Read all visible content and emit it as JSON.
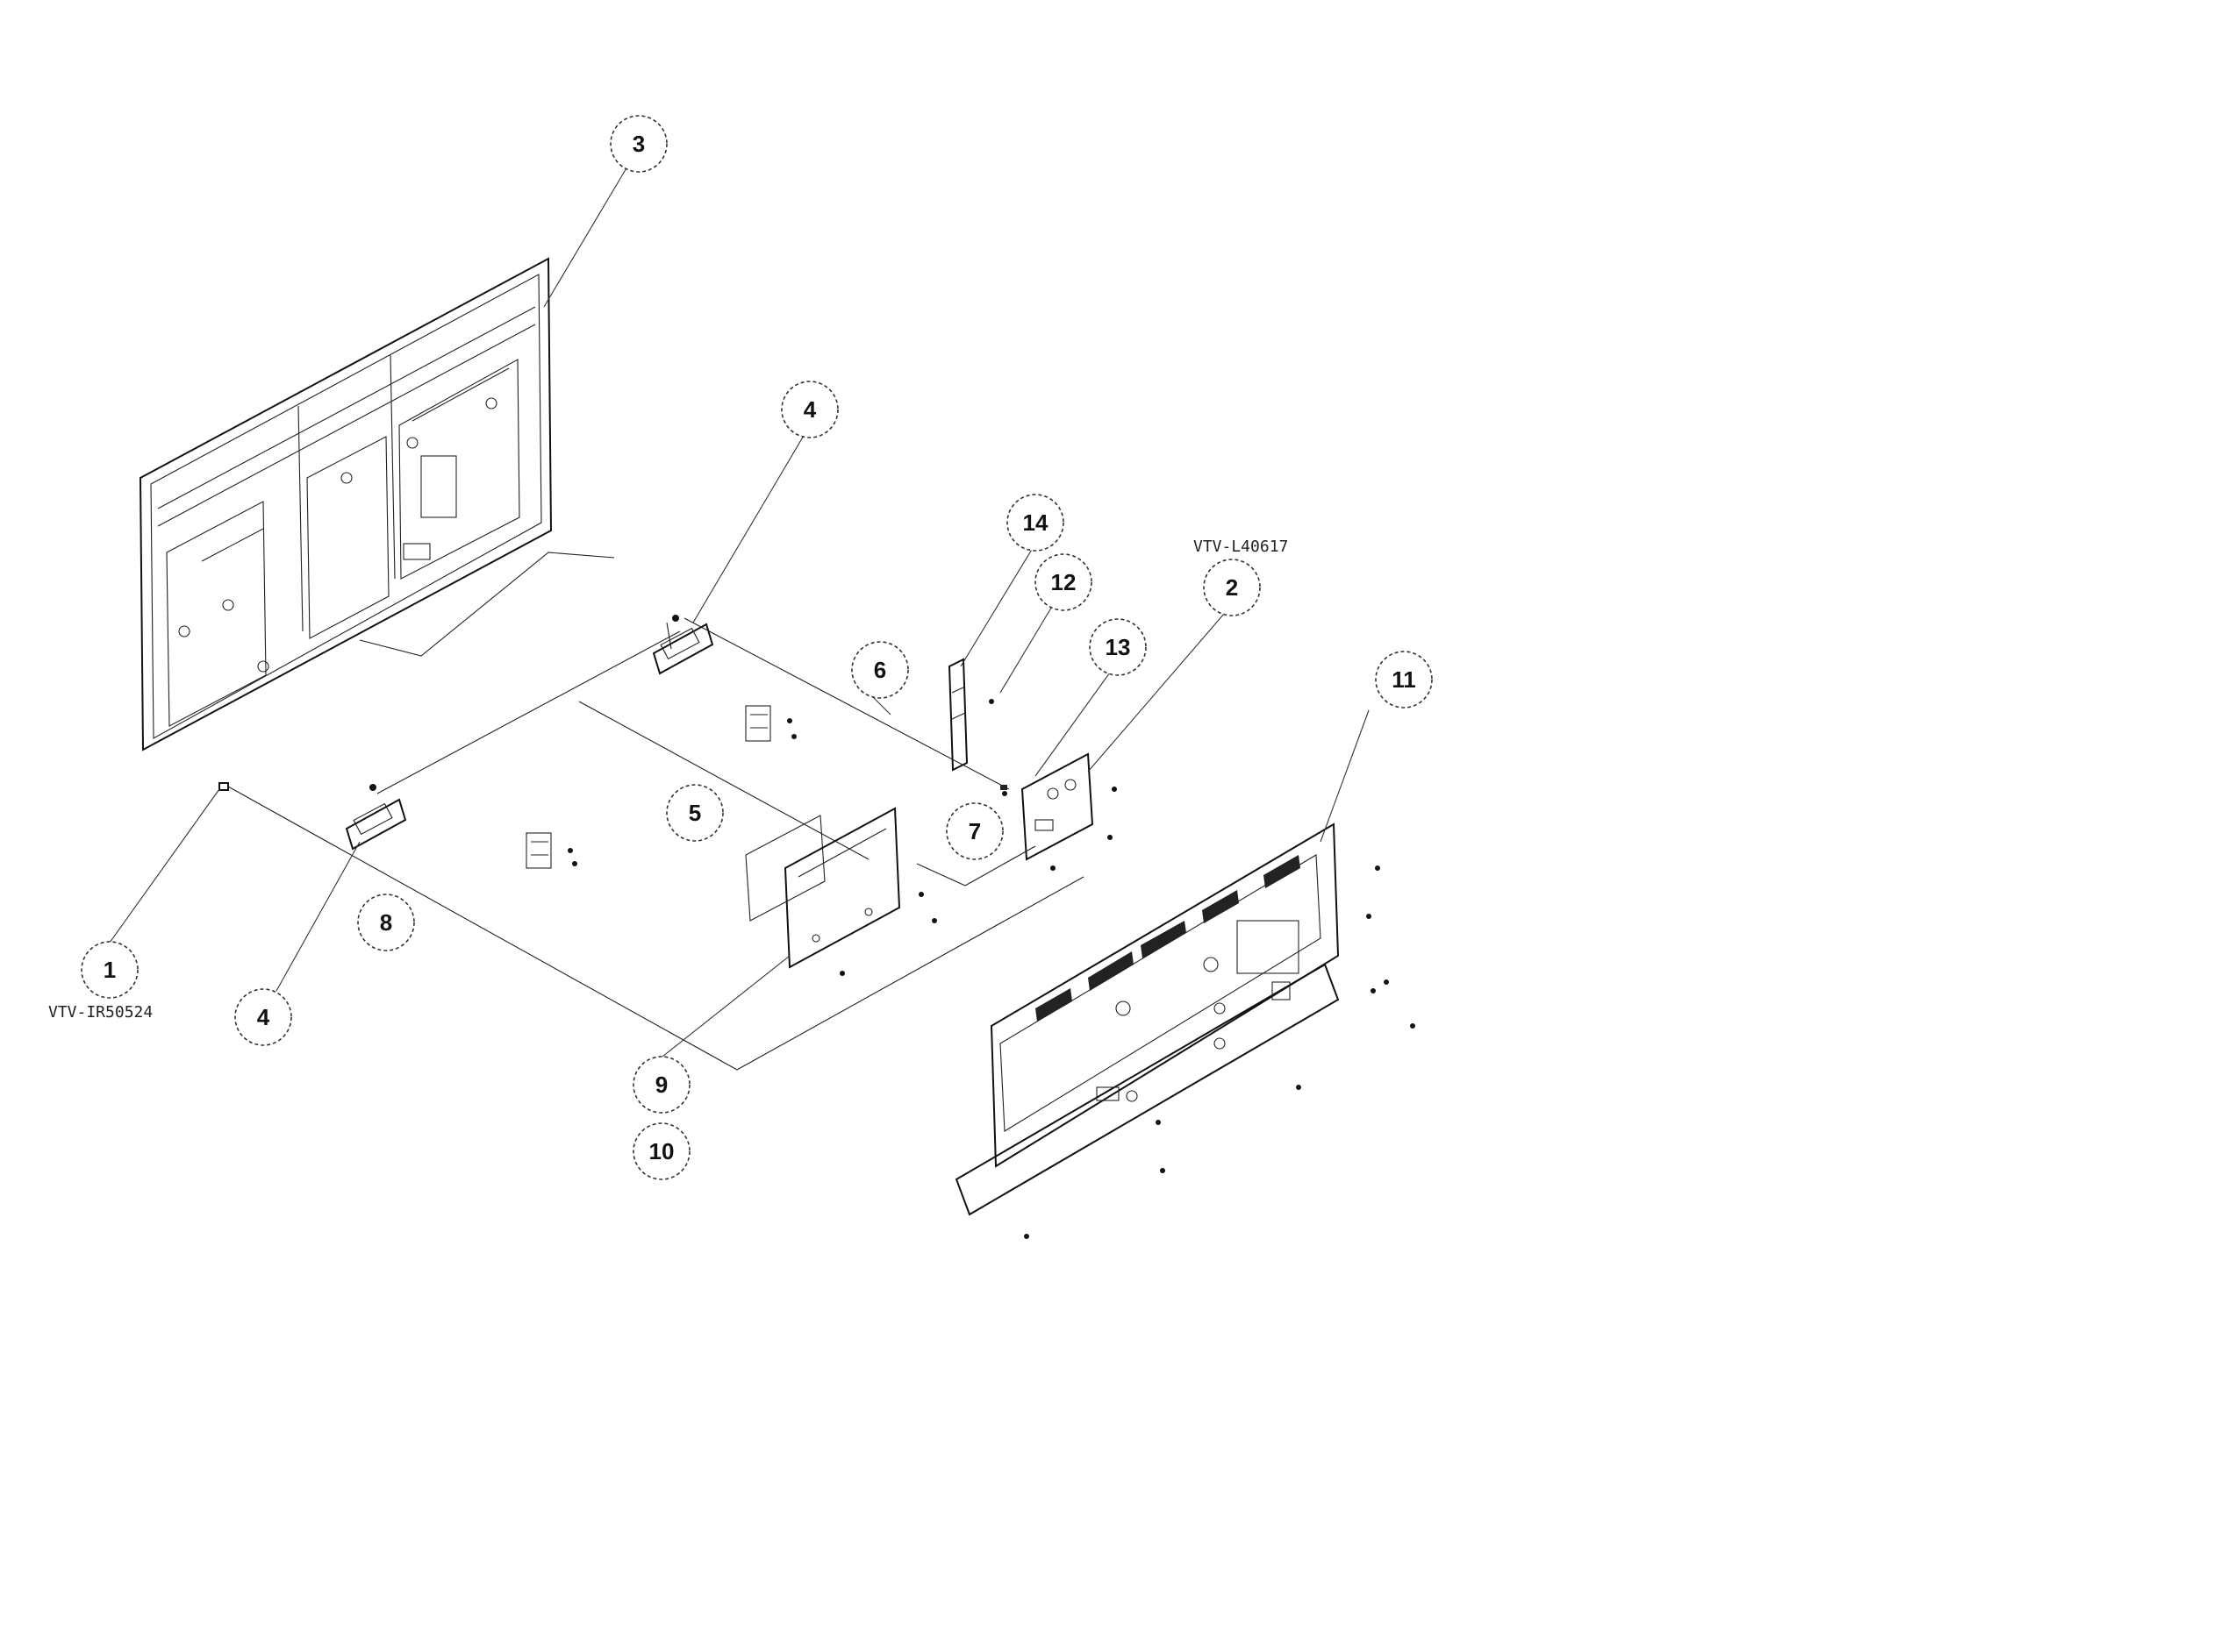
{
  "diagram": {
    "callouts": [
      {
        "id": "1",
        "label": "1"
      },
      {
        "id": "2",
        "label": "2"
      },
      {
        "id": "3",
        "label": "3"
      },
      {
        "id": "4a",
        "label": "4"
      },
      {
        "id": "4b",
        "label": "4"
      },
      {
        "id": "5",
        "label": "5"
      },
      {
        "id": "6",
        "label": "6"
      },
      {
        "id": "7",
        "label": "7"
      },
      {
        "id": "8",
        "label": "8"
      },
      {
        "id": "9",
        "label": "9"
      },
      {
        "id": "10",
        "label": "10"
      },
      {
        "id": "11",
        "label": "11"
      },
      {
        "id": "12",
        "label": "12"
      },
      {
        "id": "13",
        "label": "13"
      },
      {
        "id": "14",
        "label": "14"
      }
    ],
    "model_codes": {
      "ir_board": "VTV-IR50524",
      "main_board": "VTV-L40617"
    }
  }
}
